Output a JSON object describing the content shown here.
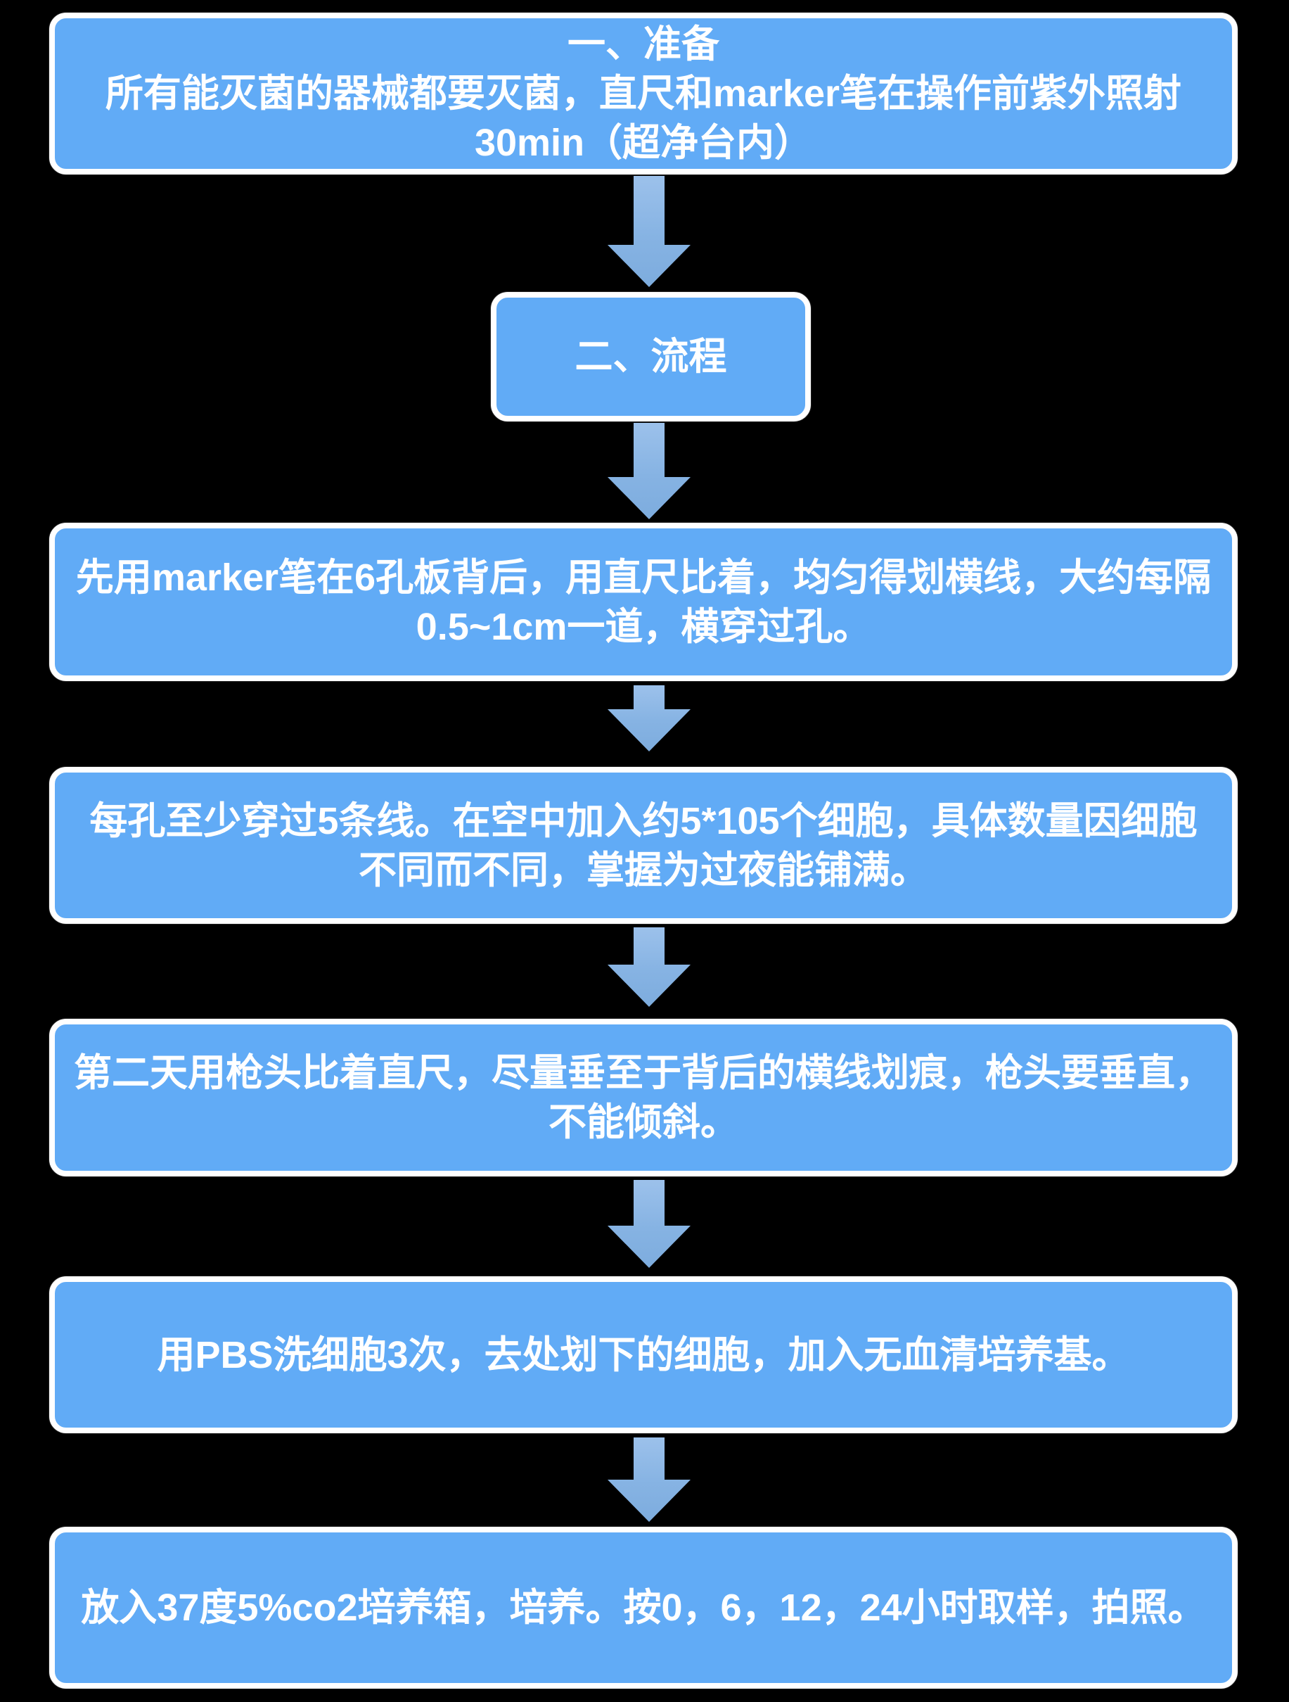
{
  "flow": {
    "background_color": "#000000",
    "node_fill_color": "#61abf6",
    "node_border_color": "#ffffff",
    "text_color": "#ffffff",
    "arrow_gradient_top": "#9cc1eb",
    "arrow_gradient_bottom": "#7dacde",
    "boxes": [
      {
        "name": "preparation",
        "lines": [
          "一、准备",
          "所有能灭菌的器械都要灭菌，直尺和marker笔在操作前紫外照射",
          "30min（超净台内）"
        ]
      },
      {
        "name": "process",
        "lines": [
          "二、流程"
        ]
      },
      {
        "name": "draw-lines",
        "lines": [
          "先用marker笔在6孔板背后，用直尺比着，均匀得划横线，大约每隔",
          "0.5~1cm一道，横穿过孔。"
        ]
      },
      {
        "name": "seed-cells",
        "lines": [
          "每孔至少穿过5条线。在空中加入约5*105个细胞，具体数量因细胞",
          "不同而不同，掌握为过夜能铺满。"
        ]
      },
      {
        "name": "scratch-wound",
        "lines": [
          "第二天用枪头比着直尺，尽量垂至于背后的横线划痕，枪头要垂直，",
          "不能倾斜。"
        ]
      },
      {
        "name": "wash-cells",
        "lines": [
          "用PBS洗细胞3次，去处划下的细胞，加入无血清培养基。"
        ]
      },
      {
        "name": "incubate-photo",
        "lines": [
          "放入37度5%co2培养箱，培养。按0，6，12，24小时取样，拍照。"
        ]
      }
    ]
  }
}
